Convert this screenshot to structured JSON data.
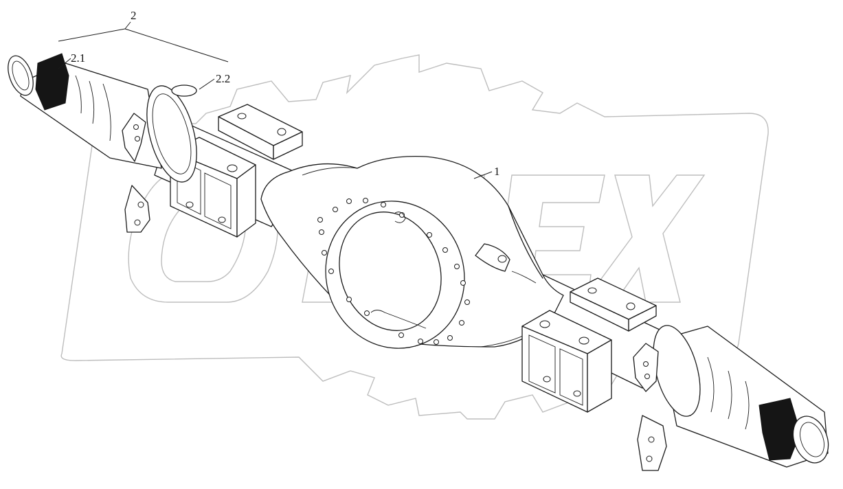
{
  "drawing": {
    "watermark_text": "ORIEX",
    "corner_mark": "",
    "callouts": [
      {
        "id": "c2",
        "label": "2"
      },
      {
        "id": "c21",
        "label": "2.1"
      },
      {
        "id": "c22",
        "label": "2.2"
      },
      {
        "id": "c1",
        "label": "1"
      }
    ]
  },
  "colors": {
    "line": "#1a1a1a",
    "watermark": "#bdbdbd",
    "background": "#ffffff"
  }
}
